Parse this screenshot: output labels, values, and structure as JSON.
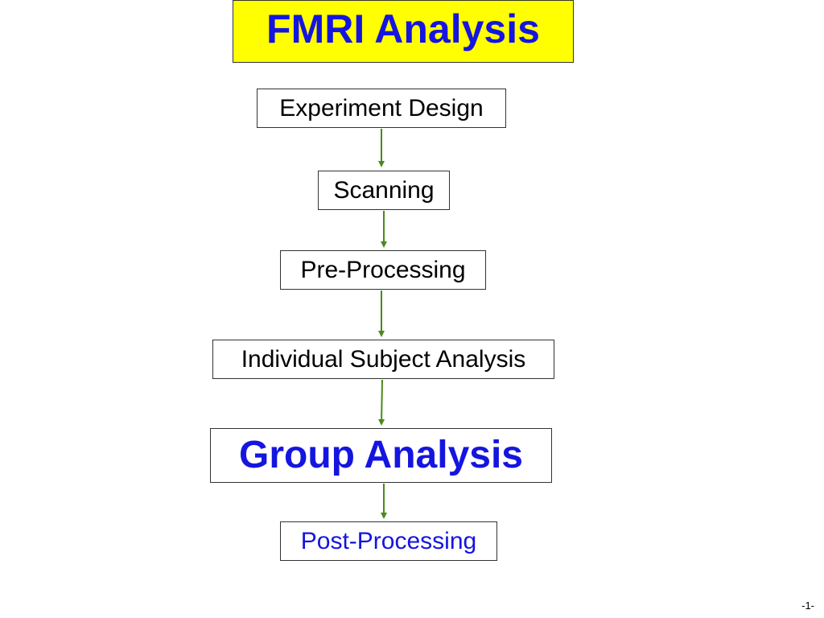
{
  "title": "FMRI Analysis",
  "page_number": "-1-",
  "colors": {
    "title_bg": "#ffff00",
    "title_text": "#1515e0",
    "highlight_text": "#1515e0",
    "normal_text": "#000000",
    "arrow": "#4a8a1a"
  },
  "steps": [
    {
      "label": "Experiment Design"
    },
    {
      "label": "Scanning"
    },
    {
      "label": "Pre-Processing"
    },
    {
      "label": "Individual Subject Analysis"
    },
    {
      "label": "Group Analysis"
    },
    {
      "label": "Post-Processing"
    }
  ]
}
